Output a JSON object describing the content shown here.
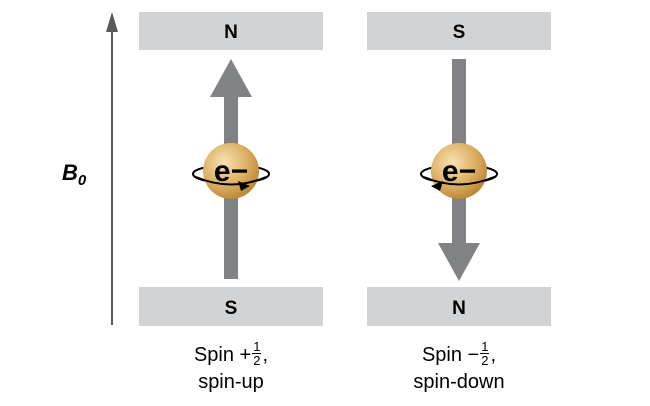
{
  "axis": {
    "label_main": "B",
    "label_sub": "0"
  },
  "panels": [
    {
      "top_magnet": "N",
      "bottom_magnet": "S",
      "particle": "e−",
      "arrow_direction": "up",
      "caption_line1_prefix": "Spin +",
      "caption_frac_num": "1",
      "caption_frac_den": "2",
      "caption_line1_suffix": ",",
      "caption_line2": "spin-up"
    },
    {
      "top_magnet": "S",
      "bottom_magnet": "N",
      "particle": "e−",
      "arrow_direction": "down",
      "caption_line1_prefix": "Spin −",
      "caption_frac_num": "1",
      "caption_frac_den": "2",
      "caption_line1_suffix": ",",
      "caption_line2": "spin-down"
    }
  ],
  "colors": {
    "magnet": "#d1d3d4",
    "arrow": "#808285",
    "axis": "#58595b",
    "sphere_light": "#f4d9a0",
    "sphere_dark": "#c8963f"
  }
}
